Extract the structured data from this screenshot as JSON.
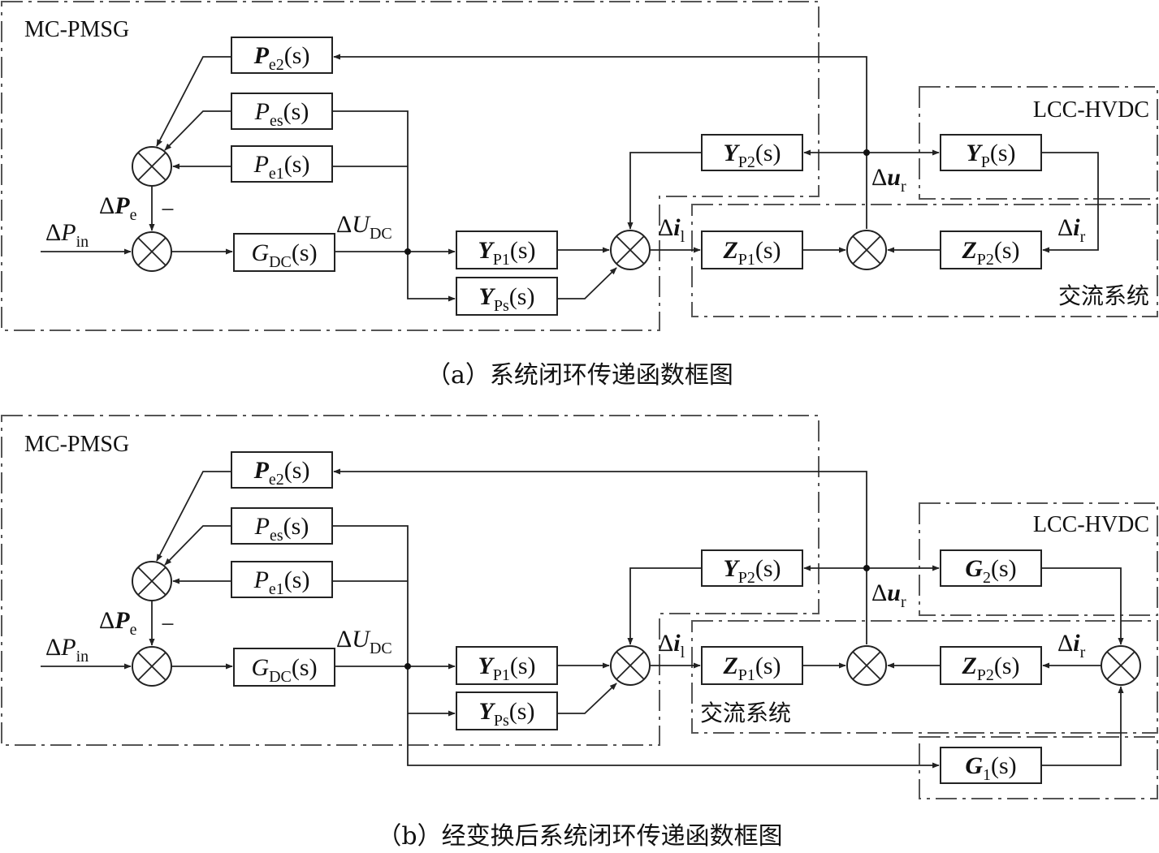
{
  "panel_a": {
    "regions": {
      "mcpmsg": "MC-PMSG",
      "lcchvdc": "LCC-HVDC",
      "ac": "交流系统"
    },
    "blocks": {
      "pe2": {
        "main": "P",
        "sub": "e2",
        "arg": "(s)"
      },
      "pes": {
        "main": "P",
        "sub": "es",
        "arg": "(s)"
      },
      "pe1": {
        "main": "P",
        "sub": "e1",
        "arg": "(s)"
      },
      "gdc": {
        "main": "G",
        "sub": "DC",
        "arg": "(s)"
      },
      "yp1": {
        "main": "Y",
        "sub": "P1",
        "arg": "(s)"
      },
      "yps": {
        "main": "Y",
        "sub": "Ps",
        "arg": "(s)"
      },
      "yp2": {
        "main": "Y",
        "sub": "P2",
        "arg": "(s)"
      },
      "yp": {
        "main": "Y",
        "sub": "P",
        "arg": "(s)"
      },
      "zp1": {
        "main": "Z",
        "sub": "P1",
        "arg": "(s)"
      },
      "zp2": {
        "main": "Z",
        "sub": "P2",
        "arg": "(s)"
      }
    },
    "signals": {
      "dpe": {
        "pre": "Δ",
        "main": "P",
        "sub": "e"
      },
      "minus": "−",
      "dpin": {
        "pre": "Δ",
        "main": "P",
        "sub": "in"
      },
      "dudc": {
        "pre": "Δ",
        "main": "U",
        "sub": "DC"
      },
      "dil": {
        "pre": "Δ",
        "main": "i",
        "sub": "l"
      },
      "dur": {
        "pre": "Δ",
        "main": "u",
        "sub": "r"
      },
      "dir": {
        "pre": "Δ",
        "main": "i",
        "sub": "r"
      }
    },
    "caption": "（a）系统闭环传递函数框图"
  },
  "panel_b": {
    "regions": {
      "mcpmsg": "MC-PMSG",
      "lcchvdc": "LCC-HVDC",
      "ac": "交流系统"
    },
    "blocks": {
      "pe2": {
        "main": "P",
        "sub": "e2",
        "arg": "(s)"
      },
      "pes": {
        "main": "P",
        "sub": "es",
        "arg": "(s)"
      },
      "pe1": {
        "main": "P",
        "sub": "e1",
        "arg": "(s)"
      },
      "gdc": {
        "main": "G",
        "sub": "DC",
        "arg": "(s)"
      },
      "yp1": {
        "main": "Y",
        "sub": "P1",
        "arg": "(s)"
      },
      "yps": {
        "main": "Y",
        "sub": "Ps",
        "arg": "(s)"
      },
      "yp2": {
        "main": "Y",
        "sub": "P2",
        "arg": "(s)"
      },
      "g2": {
        "main": "G",
        "sub": "2",
        "arg": "(s)"
      },
      "zp1": {
        "main": "Z",
        "sub": "P1",
        "arg": "(s)"
      },
      "zp2": {
        "main": "Z",
        "sub": "P2",
        "arg": "(s)"
      },
      "g1": {
        "main": "G",
        "sub": "1",
        "arg": "(s)"
      }
    },
    "signals": {
      "dpe": {
        "pre": "Δ",
        "main": "P",
        "sub": "e"
      },
      "minus": "−",
      "dpin": {
        "pre": "Δ",
        "main": "P",
        "sub": "in"
      },
      "dudc": {
        "pre": "Δ",
        "main": "U",
        "sub": "DC"
      },
      "dil": {
        "pre": "Δ",
        "main": "i",
        "sub": "l"
      },
      "dur": {
        "pre": "Δ",
        "main": "u",
        "sub": "r"
      },
      "dir": {
        "pre": "Δ",
        "main": "i",
        "sub": "r"
      }
    },
    "caption": "（b）经变换后系统闭环传递函数框图"
  }
}
